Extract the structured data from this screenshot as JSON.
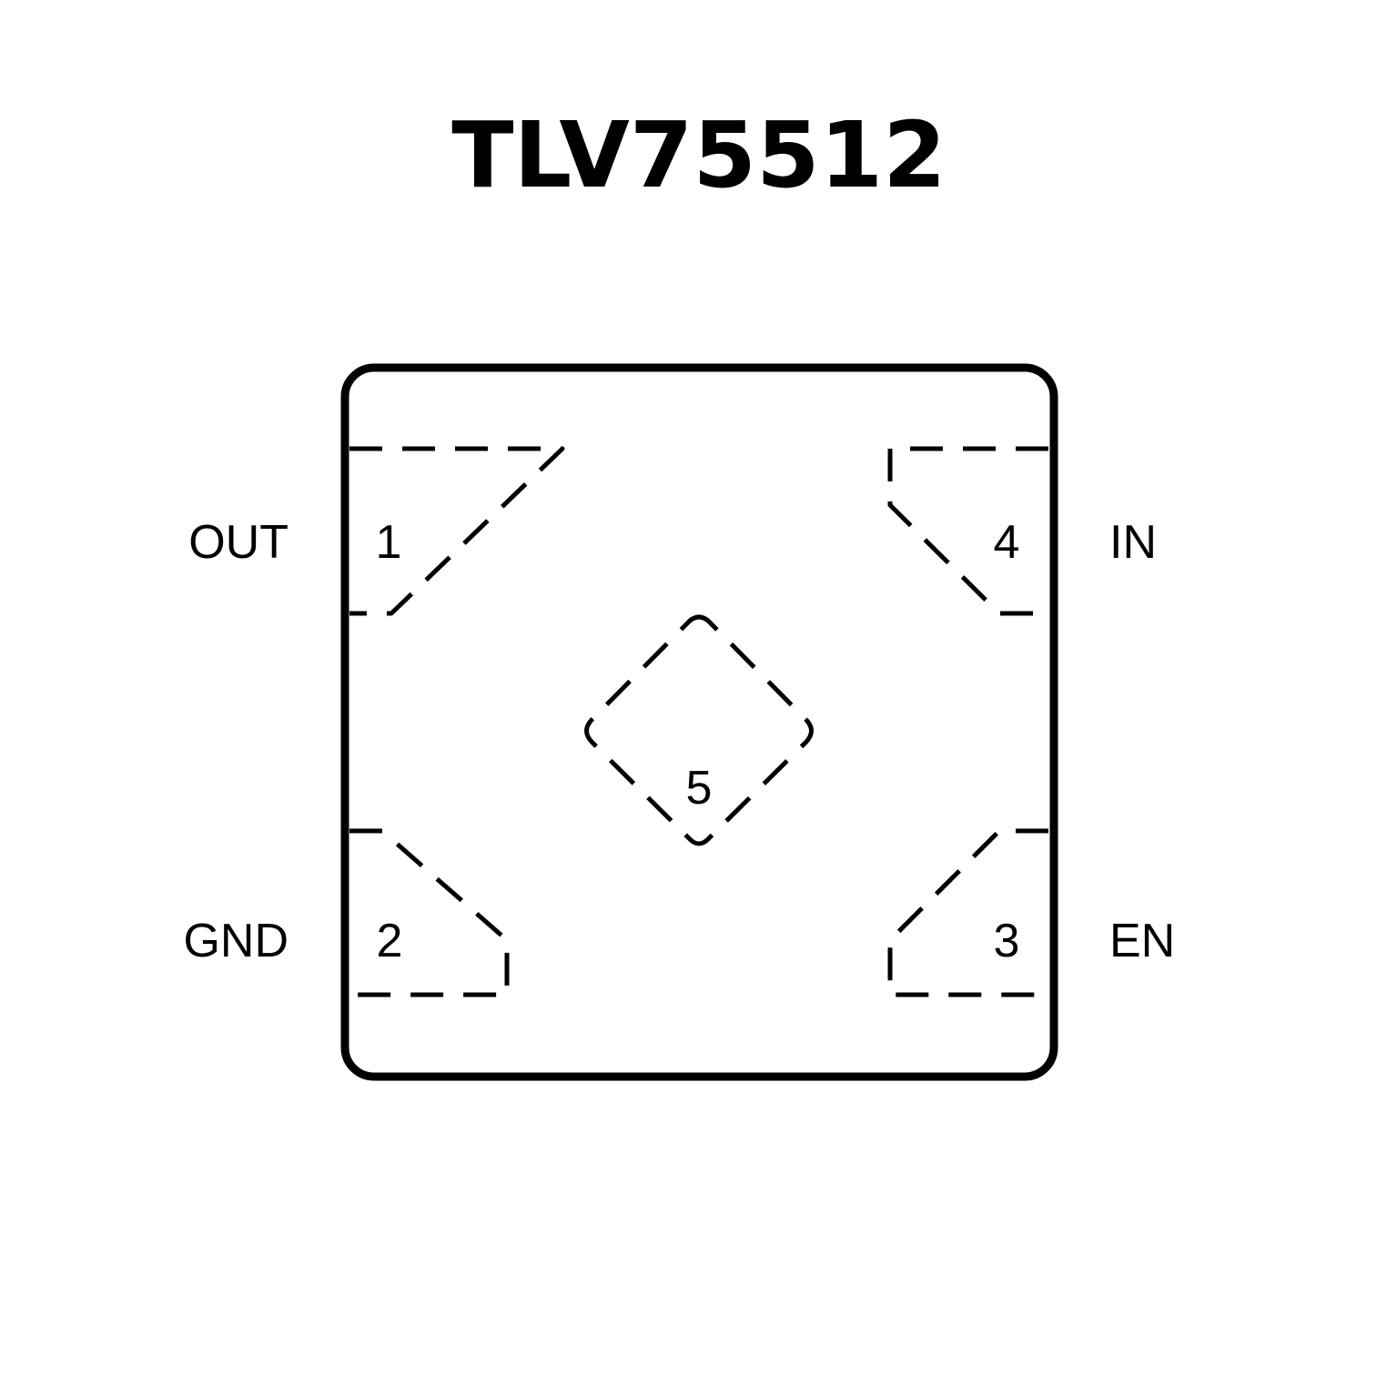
{
  "title": "TLV75512",
  "colors": {
    "stroke": "#000000",
    "background": "#ffffff"
  },
  "pins": [
    {
      "number": "1",
      "name": "OUT"
    },
    {
      "number": "2",
      "name": "GND"
    },
    {
      "number": "3",
      "name": "EN"
    },
    {
      "number": "4",
      "name": "IN"
    },
    {
      "number": "5",
      "name": ""
    }
  ]
}
